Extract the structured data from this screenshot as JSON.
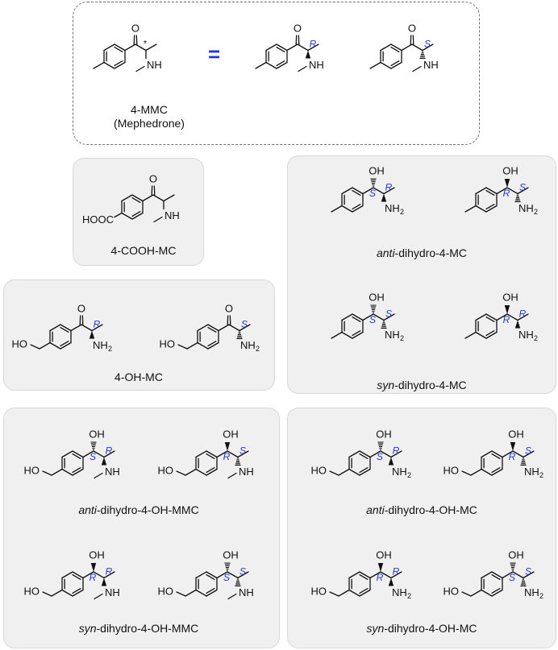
{
  "reference": {
    "name": "4-MMC",
    "alias": "(Mephedrone)",
    "equals": "=",
    "star": "*"
  },
  "atoms": {
    "O": "O",
    "OH": "OH",
    "NH": "NH",
    "NH2": "NH",
    "sub2": "2",
    "HO": "HO",
    "HOOC": "HOOC",
    "R": "R",
    "S": "S"
  },
  "compounds": {
    "cooh": "4-COOH-MC",
    "oh_mc": "4-OH-MC",
    "anti_dihydro_mc": {
      "prefix": "anti",
      "suffix": "-dihydro-4-MC"
    },
    "syn_dihydro_mc": {
      "prefix": "syn",
      "suffix": "-dihydro-4-MC"
    },
    "anti_dihydro_oh_mmc": {
      "prefix": "anti",
      "suffix": "-dihydro-4-OH-MMC"
    },
    "syn_dihydro_oh_mmc": {
      "prefix": "syn",
      "suffix": "-dihydro-4-OH-MMC"
    },
    "anti_dihydro_oh_mc": {
      "prefix": "anti",
      "suffix": "-dihydro-4-OH-MC"
    },
    "syn_dihydro_oh_mc": {
      "prefix": "syn",
      "suffix": "-dihydro-4-OH-MC"
    }
  },
  "colors": {
    "stereo_label": "#2236d8",
    "bond": "#111111",
    "panel_fill": "#f0f0f0",
    "dashed_border": "#6e6e6e"
  }
}
